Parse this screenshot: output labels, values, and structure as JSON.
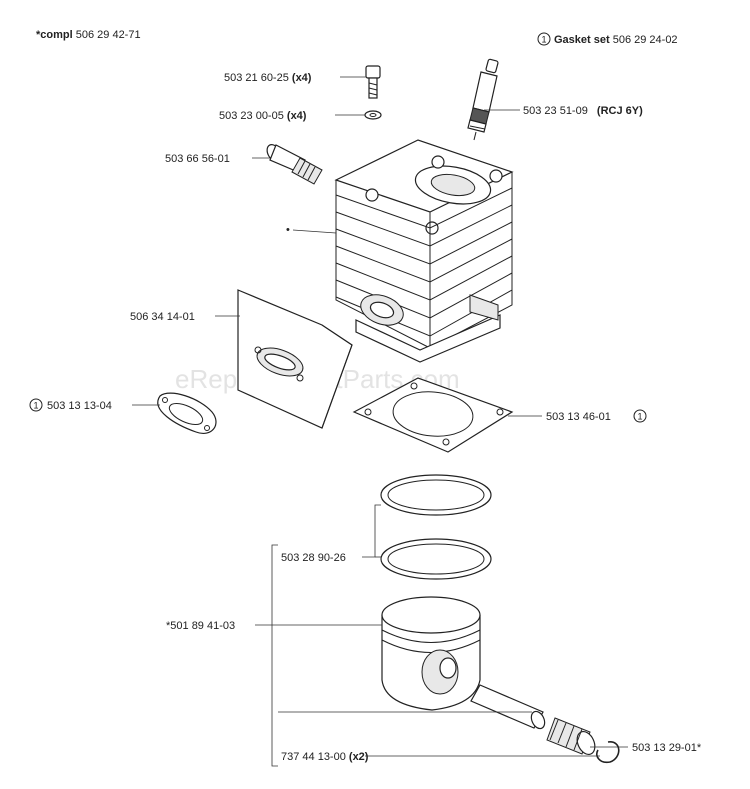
{
  "header": {
    "compl_prefix": "*compl",
    "compl_number": "506 29 42-71",
    "gasket_circle": "1",
    "gasket_label": "Gasket set",
    "gasket_number": "506 29 24-02"
  },
  "watermark": "eReplacementParts.com",
  "parts": [
    {
      "id": "screw",
      "number": "503 21 60-25",
      "qty": "(x4)"
    },
    {
      "id": "washer",
      "number": "503 23 00-05",
      "qty": "(x4)"
    },
    {
      "id": "spark-plug",
      "number": "503 23 51-09",
      "qty": "(RCJ 6Y)"
    },
    {
      "id": "decomp-valve",
      "number": "503 66 56-01",
      "qty": ""
    },
    {
      "id": "intake-flange",
      "number": "506 34 14-01",
      "qty": ""
    },
    {
      "id": "intake-gasket",
      "number": "503 13 13-04",
      "qty": "",
      "circle": "1"
    },
    {
      "id": "cylinder-gasket",
      "number": "503 13 46-01",
      "qty": "",
      "circle": "1"
    },
    {
      "id": "piston-rings",
      "number": "503 28 90-26",
      "qty": ""
    },
    {
      "id": "piston-kit",
      "number": "*501 89 41-03",
      "qty": ""
    },
    {
      "id": "needle-bearing",
      "number": "503 13 29-01*",
      "qty": ""
    },
    {
      "id": "circlip",
      "number": "737 44 13-00",
      "qty": "(x2)"
    }
  ],
  "cylinder_marker": "•"
}
